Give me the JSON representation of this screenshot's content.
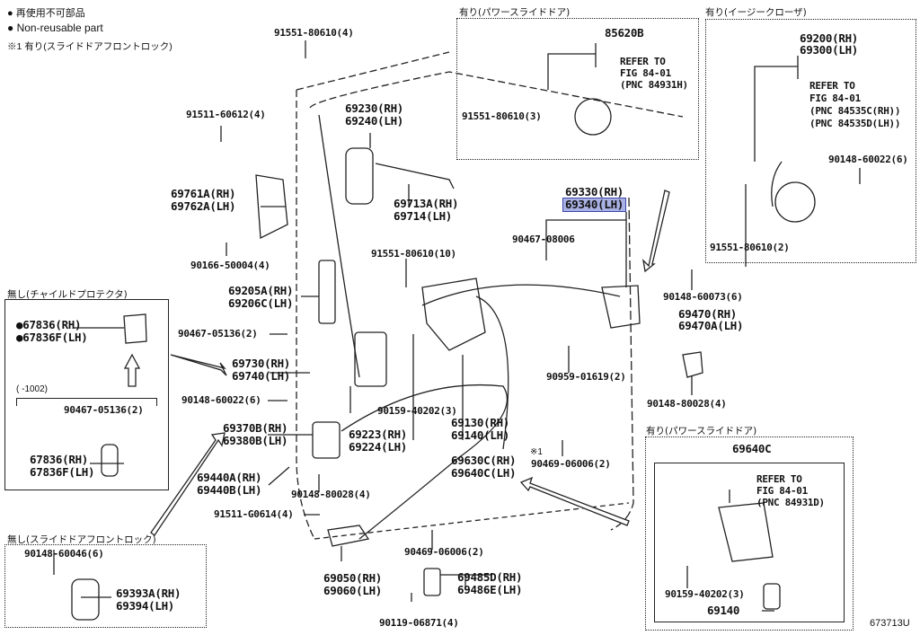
{
  "legend": {
    "reuse_jp": "再使用不可部品",
    "non_reusable": "Non-reusable part",
    "note1": "※1 有り(スライドドアフロントロック)",
    "bullet_icon": "filled-circle"
  },
  "figure_id": "673713U",
  "highlight_color": "#a9b1e4",
  "inset_power_slide_top": {
    "title": "有り(パワースライドドア)",
    "part": "85620B",
    "refer": [
      "REFER TO",
      "FIG 84-01",
      "(PNC 84931H)"
    ],
    "bolt": "91551-80610(3)"
  },
  "inset_easy_closer": {
    "title": "有り(イージークローザ)",
    "part_rh": "69200(RH)",
    "part_lh": "69300(LH)",
    "refer": [
      "REFER TO",
      "FIG 84-01",
      "(PNC 84535C(RH))",
      "(PNC 84535D(LH))"
    ],
    "screw": "90148-60022(6)",
    "bolt": "91551-80610(2)"
  },
  "inset_child_protector": {
    "title": "無し(チャイルドプロテクタ)",
    "part1_rh": "●67836(RH)",
    "part1_lh": "●67836F(LH)",
    "range": "(      -1002)",
    "clip": "90467-05136(2)",
    "part2_rh": "67836(RH)",
    "part2_lh": "67836F(LH)"
  },
  "inset_no_front_lock": {
    "title": "無し(スライドドアフロントロック)",
    "screw": "90148-60046(6)",
    "part_rh": "69393A(RH)",
    "part_lh": "69394(LH)"
  },
  "inset_power_slide_bottom": {
    "title": "有り(パワースライドドア)",
    "part": "69640C",
    "refer": [
      "REFER TO",
      "FIG 84-01",
      "(PNC 84931D)"
    ],
    "bolt": "90159-40202(3)",
    "cable": "69140"
  },
  "main_labels": {
    "bolt_91551_4": "91551-80610(4)",
    "bolt_91511_60612": "91511-60612(4)",
    "handle_rh": "69230(RH)",
    "handle_lh": "69240(LH)",
    "bezel_rh": "69761A(RH)",
    "bezel_lh": "69762A(LH)",
    "rod_rh": "69713A(RH)",
    "rod_lh": "69714(LH)",
    "screw_90166": "90166-50004(4)",
    "bolt_91551_10": "91551-80610(10)",
    "lock_rear_rh": "69330(RH)",
    "lock_rear_lh": "69340(LH)",
    "clip_90467_08006": "90467-08006",
    "screw_90148_60073": "90148-60073(6)",
    "striker_rh": "69470(RH)",
    "striker_lh": "69470A(LH)",
    "screw_90148_80028_r": "90148-80028(4)",
    "remote_rh": "69205A(RH)",
    "remote_lh": "69206C(LH)",
    "clip_90467_05136": "90467-05136(2)",
    "lever_rh": "69730(RH)",
    "lever_lh": "69740(LH)",
    "screw_90148_60022": "90148-60022(6)",
    "front_lock_rh": "69370B(RH)",
    "front_lock_lh": "69380B(LH)",
    "striker_front_rh": "69440A(RH)",
    "striker_front_lh": "69440B(LH)",
    "screw_90148_80028_l": "90148-80028(4)",
    "bolt_91511_g0614": "91511-G0614(4)",
    "inside_handle_rh": "69223(RH)",
    "inside_handle_lh": "69224(LH)",
    "bolt_90159": "90159-40202(3)",
    "cable_rh": "69130(RH)",
    "cable_lh": "69140(LH)",
    "assy_rh": "69630C(RH)",
    "assy_lh": "69640C(LH)",
    "clamp_90959": "90959-01619(2)",
    "note_mark": "※1",
    "clip_90469_a": "90469-06006(2)",
    "lower_lock_rh": "69050(RH)",
    "lower_lock_lh": "69060(LH)",
    "clip_90469_b": "90469-06006(2)",
    "stopper_rh": "69485D(RH)",
    "stopper_lh": "69486E(LH)",
    "bolt_90119": "90119-06871(4)"
  }
}
